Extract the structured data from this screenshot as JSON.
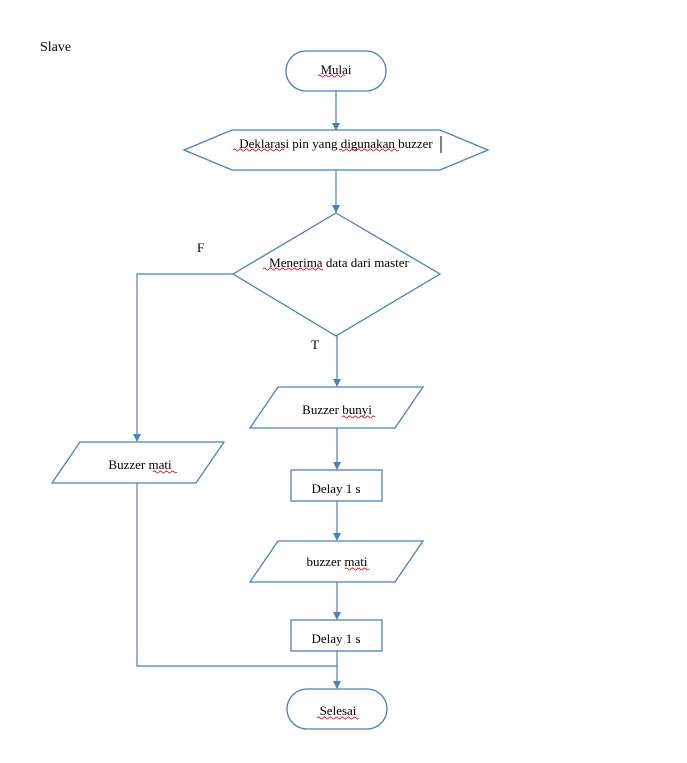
{
  "title": "Slave",
  "nodes": {
    "start": "Mulai",
    "declare": "Deklarasi pin yang digunakan buzzer",
    "decision": "Menerima data dari master",
    "buzzer_on": "Buzzer bunyi",
    "delay1": "Delay 1 s",
    "buzzer_off": "buzzer mati",
    "delay2": "Delay 1 s",
    "buzzer_off_false": "Buzzer mati",
    "end": "Selesai"
  },
  "branch_labels": {
    "false": "F",
    "true": "T"
  },
  "colors": {
    "stroke": "#4a7fc1",
    "spellcheck": "#d42020"
  }
}
